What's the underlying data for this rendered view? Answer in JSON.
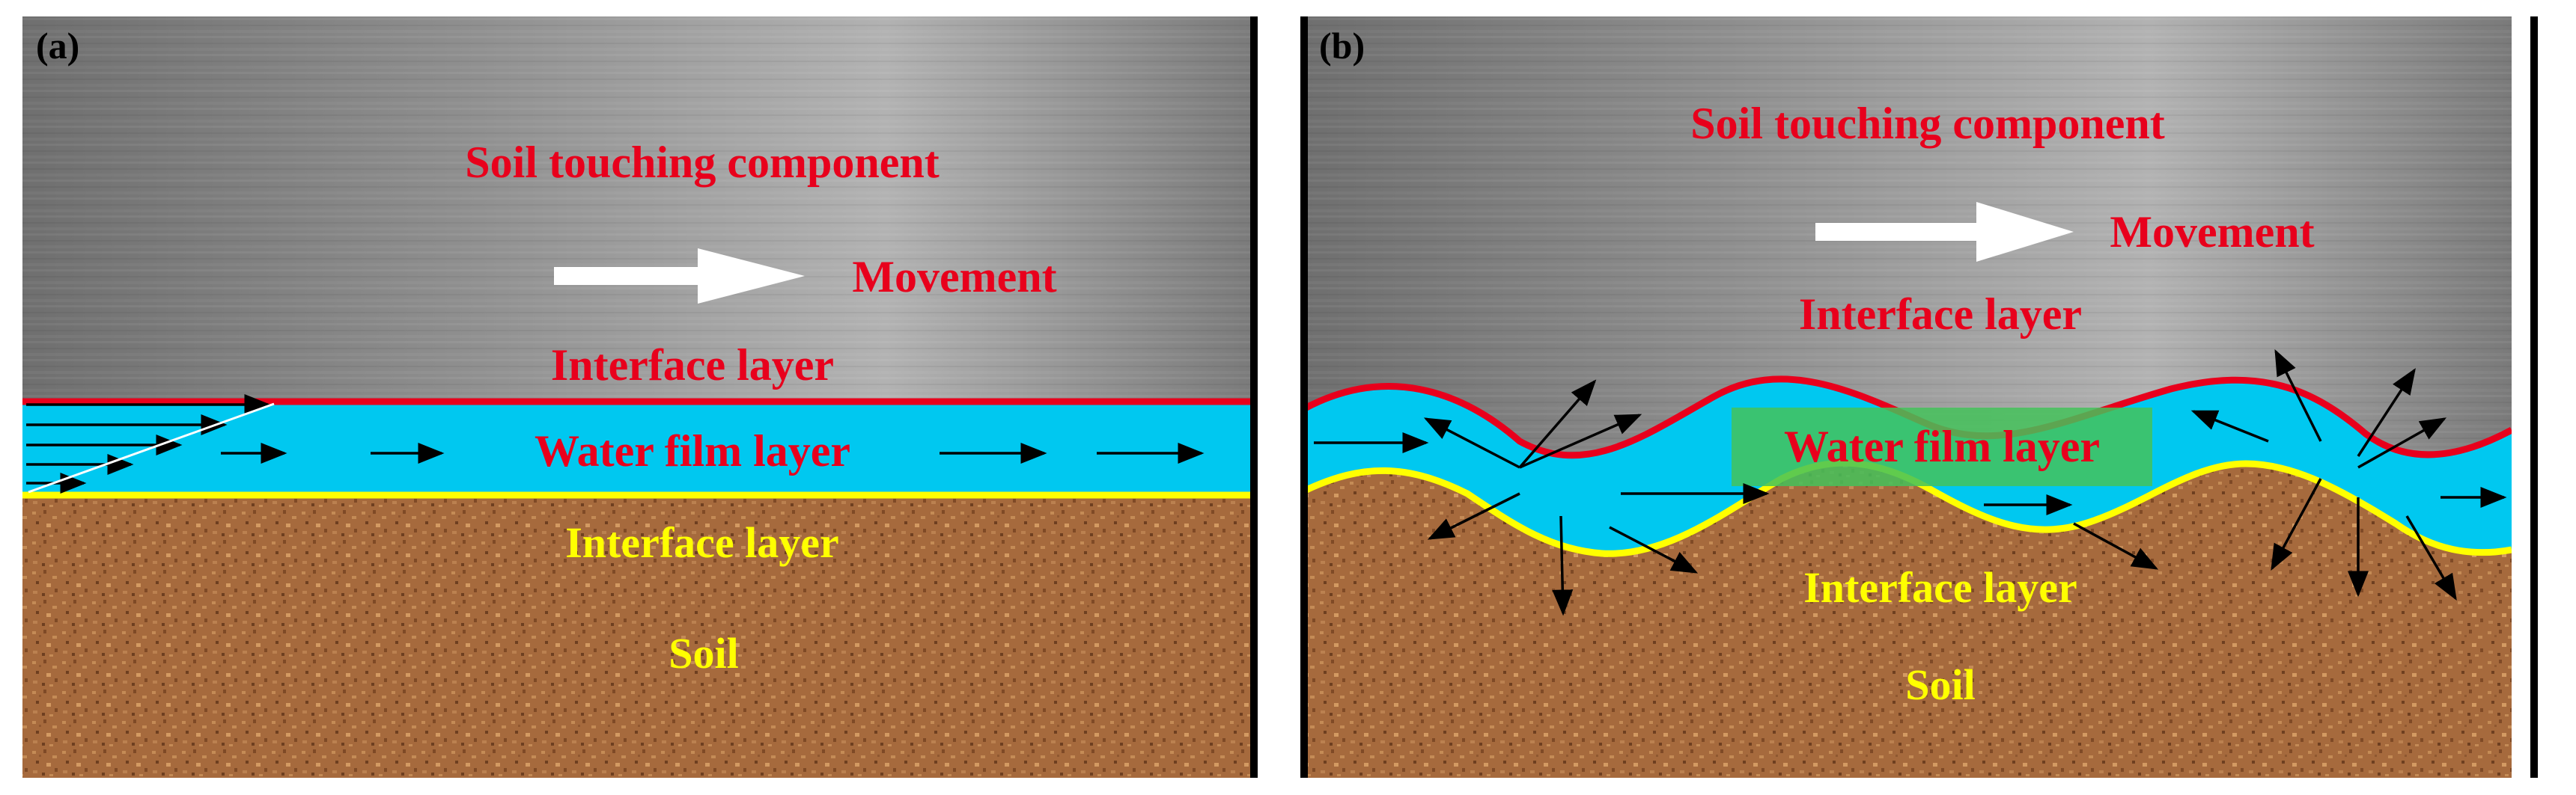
{
  "panels": {
    "a": {
      "tag": "(a)",
      "component_label": "Soil touching component",
      "movement_label": "Movement",
      "upper_interface_label": "Interface layer",
      "water_label": "Water film layer",
      "lower_interface_label": "Interface layer",
      "soil_label": "Soil"
    },
    "b": {
      "tag": "(b)",
      "component_label": "Soil touching component",
      "movement_label": "Movement",
      "upper_interface_label": "Interface layer",
      "water_label": "Water film layer",
      "lower_interface_label": "Interface layer",
      "soil_label": "Soil"
    }
  },
  "colors": {
    "component_label": "#e8001c",
    "soil_label": "#ffff00",
    "upper_interface_line": "#e8001c",
    "lower_interface_line": "#ffff00",
    "water": "#00c8f0",
    "soil": "#a86a3c",
    "metal": "#8a8a8a",
    "highlight": "#44c25a",
    "arrow": "#000000",
    "movement_arrow": "#ffffff"
  }
}
